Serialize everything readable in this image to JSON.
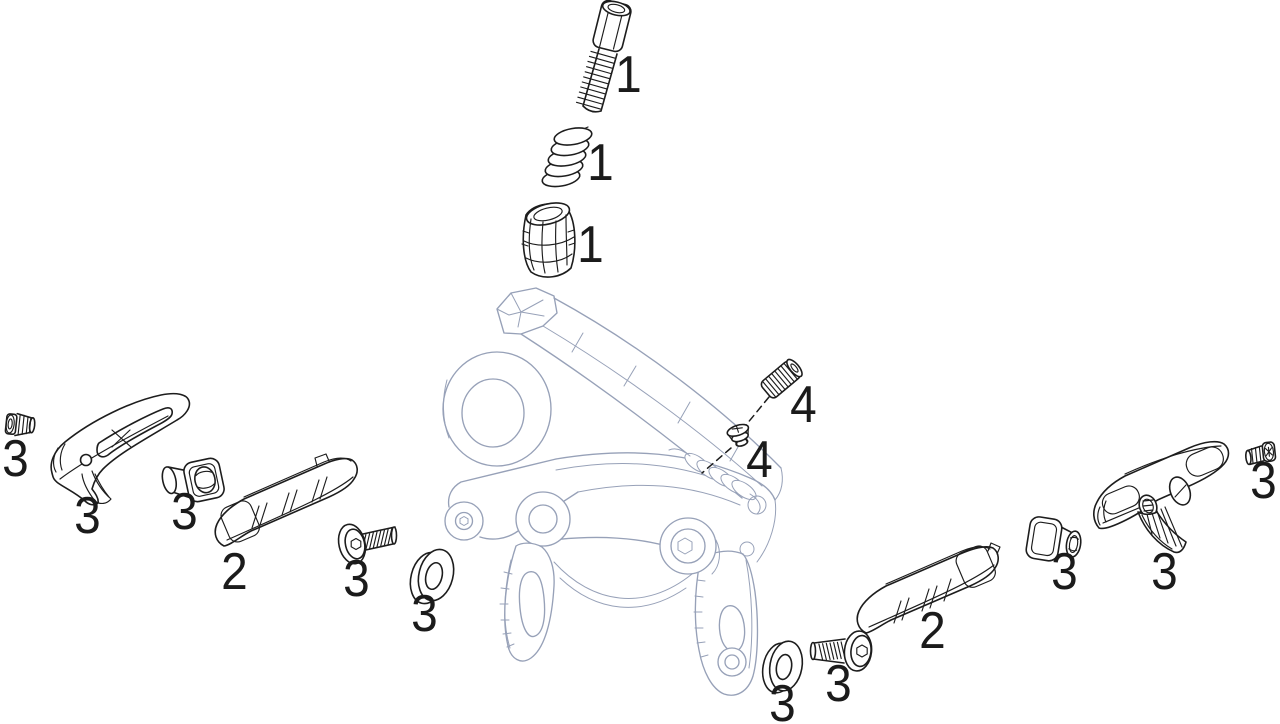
{
  "diagram_type": "exploded-parts-diagram",
  "colors": {
    "background": "#ffffff",
    "part_line": "#1d1d1d",
    "caliper_line": "#97a1b8",
    "label": "#1b1b1b"
  },
  "parts": [
    {
      "number": "1",
      "name": "barrel-adjuster-bolt"
    },
    {
      "number": "1",
      "name": "barrel-adjuster-spring"
    },
    {
      "number": "1",
      "name": "barrel-adjuster-knob"
    },
    {
      "number": "2",
      "name": "brake-pad-insert-left"
    },
    {
      "number": "2",
      "name": "brake-pad-insert-right"
    },
    {
      "number": "3",
      "name": "small-screw-left-edge"
    },
    {
      "number": "3",
      "name": "pad-holder-left"
    },
    {
      "number": "3",
      "name": "mounting-nut-left"
    },
    {
      "number": "3",
      "name": "pad-bolt-left"
    },
    {
      "number": "3",
      "name": "washer-left"
    },
    {
      "number": "3",
      "name": "washer-bottom"
    },
    {
      "number": "3",
      "name": "pad-bolt-right"
    },
    {
      "number": "3",
      "name": "mounting-nut-right"
    },
    {
      "number": "3",
      "name": "pad-holder-right"
    },
    {
      "number": "3",
      "name": "small-screw-right-edge"
    },
    {
      "number": "4",
      "name": "spring-tension-set-screw"
    },
    {
      "number": "4",
      "name": "spring-anchor-screw"
    }
  ],
  "callouts": {
    "adjuster_bolt": {
      "label": "1"
    },
    "adjuster_spring": {
      "label": "1"
    },
    "adjuster_knob": {
      "label": "1"
    },
    "set_screw_upper": {
      "label": "4"
    },
    "set_screw_lower": {
      "label": "4"
    },
    "left_edge_screw": {
      "label": "3"
    },
    "left_holder": {
      "label": "3"
    },
    "left_nut": {
      "label": "3"
    },
    "left_pad": {
      "label": "2"
    },
    "left_bolt": {
      "label": "3"
    },
    "left_washer": {
      "label": "3"
    },
    "bottom_washer": {
      "label": "3"
    },
    "right_bolt": {
      "label": "3"
    },
    "right_pad": {
      "label": "2"
    },
    "right_nut": {
      "label": "3"
    },
    "right_holder": {
      "label": "3"
    },
    "right_edge_screw": {
      "label": "3"
    }
  }
}
